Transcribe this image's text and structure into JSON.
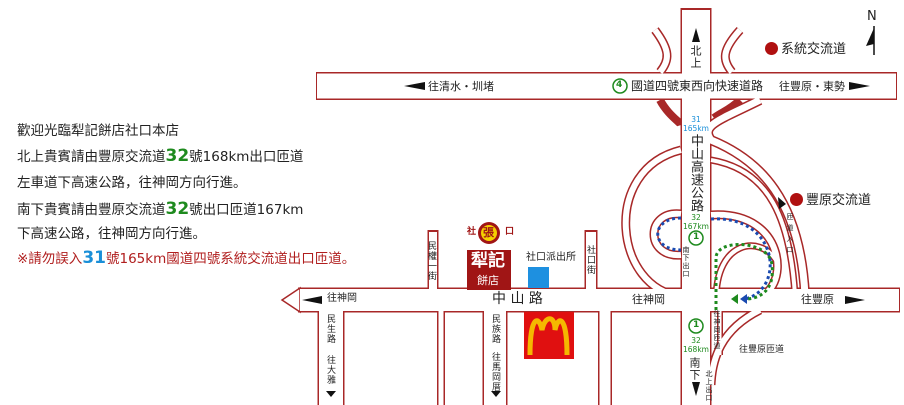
{
  "intro": {
    "line1": "歡迎光臨犁記餅店社口本店",
    "line2_a": "北上貴賓請由豐原交流道",
    "line2_num": "32",
    "line2_b": "號168km出口匝道",
    "line3": "左車道下高速公路，往神岡方向行進。",
    "line4_a": "南下貴賓請由豐原交流道",
    "line4_num": "32",
    "line4_b": "號出口匝道167km",
    "line5": "下高速公路，往神岡方向行進。",
    "warn_a": "※請勿誤入",
    "warn_num": "31",
    "warn_b": "號165km國道四號系統交流道出口匝道。"
  },
  "compass": {
    "label": "N"
  },
  "legend": {
    "system_interchange": "系統交流道",
    "fengyuan_interchange": "豐原交流道",
    "dot_color": "#b01010"
  },
  "roads": {
    "freeway4": "國道四號東西向快速道路",
    "freeway4_shield": "4",
    "to_qingshui": "往清水・圳堵",
    "to_fengyuan_dongshi": "往豐原・東勢",
    "north": "北上",
    "zhongshan_freeway": "中山高速公路",
    "km31": "31",
    "km31_dist": "165km",
    "km32n": "32",
    "km32n_dist": "167km",
    "km32s": "32",
    "km32s_dist": "168km",
    "shield1": "1",
    "south_exit": "南下出口",
    "south": "南下",
    "north_exit": "北上出口",
    "ramp_entry": "匝道入口",
    "to_shengang_ramp": "往神岡匝道",
    "to_fengyuan_ramp": "往豐原匝道",
    "to_fengyuan": "往豐原",
    "to_shengang_east": "往神岡",
    "zhongshan_road": "中 山 路",
    "to_shengang_west": "往神岡",
    "minquan": "民權一街",
    "shekou_st": "社口街",
    "minsheng": "民生路",
    "to_daya": "往大雅",
    "minzu": "民族路",
    "to_majuanli": "往馬岡厝"
  },
  "landmarks": {
    "store_top_left": "社",
    "store_seal": "張",
    "store_top_right": "口",
    "store_name": "犁記",
    "store_sub": "餅店",
    "police": "社口派出所",
    "mcd": "M"
  },
  "colors": {
    "road_border": "#a82828",
    "highway_green": "#1e8a1e",
    "blue": "#1a8fd8",
    "store_red": "#a01515",
    "police_blue": "#1e90e0",
    "mcd_red": "#e01010",
    "mcd_yellow": "#f5b800"
  }
}
